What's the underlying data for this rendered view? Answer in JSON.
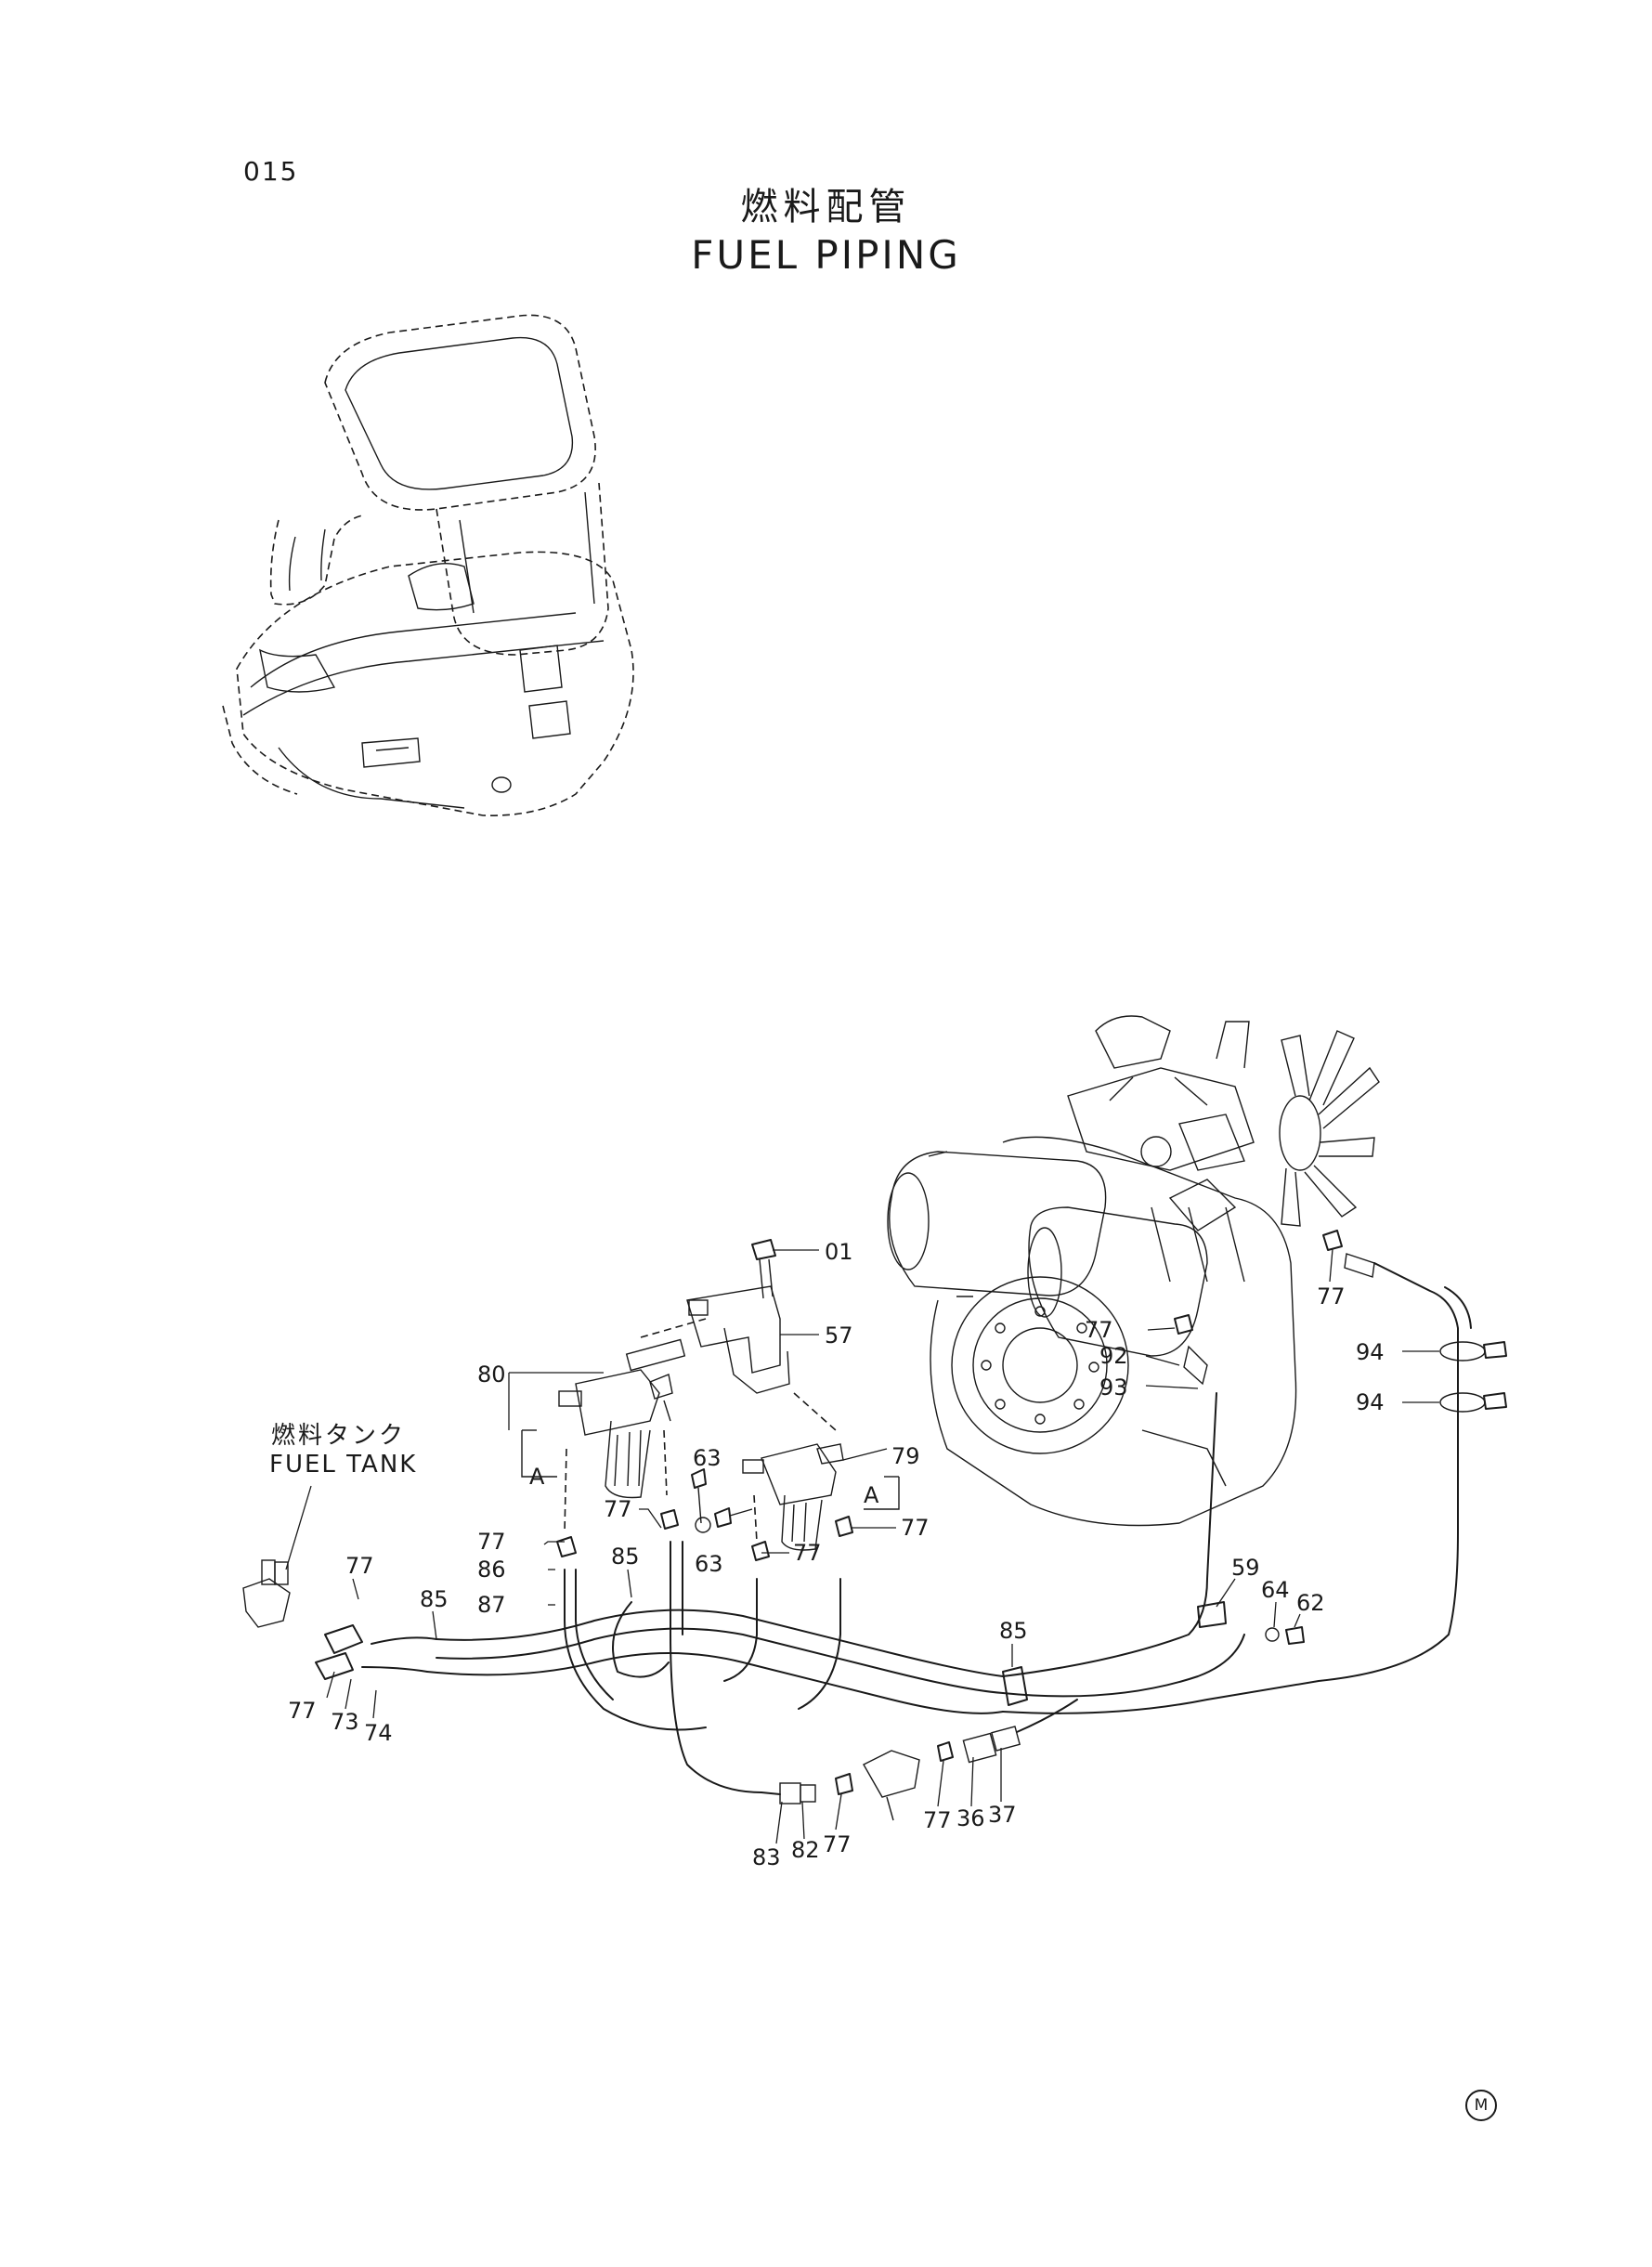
{
  "page": {
    "number": "015",
    "title_jp": "燃料配管",
    "title_en": "FUEL PIPING",
    "mark": "M"
  },
  "fuel_tank": {
    "label_jp": "燃料タンク",
    "label_en": "FUEL TANK"
  },
  "parts": [
    {
      "id": "p01",
      "text": "01"
    },
    {
      "id": "p57",
      "text": "57"
    },
    {
      "id": "p80",
      "text": "80"
    },
    {
      "id": "pA1",
      "text": "A"
    },
    {
      "id": "p63a",
      "text": "63"
    },
    {
      "id": "p79",
      "text": "79"
    },
    {
      "id": "pA2",
      "text": "A"
    },
    {
      "id": "p77a",
      "text": "77"
    },
    {
      "id": "p77b",
      "text": "77"
    },
    {
      "id": "p77c",
      "text": "77"
    },
    {
      "id": "p63b",
      "text": "63"
    },
    {
      "id": "p77d",
      "text": "77"
    },
    {
      "id": "p86",
      "text": "86"
    },
    {
      "id": "p87",
      "text": "87"
    },
    {
      "id": "p85a",
      "text": "85"
    },
    {
      "id": "p77e",
      "text": "77"
    },
    {
      "id": "p85b",
      "text": "85"
    },
    {
      "id": "p77f",
      "text": "77"
    },
    {
      "id": "p73",
      "text": "73"
    },
    {
      "id": "p74",
      "text": "74"
    },
    {
      "id": "p85c",
      "text": "85"
    },
    {
      "id": "p83",
      "text": "83"
    },
    {
      "id": "p82",
      "text": "82"
    },
    {
      "id": "p77g",
      "text": "77"
    },
    {
      "id": "p77h",
      "text": "77"
    },
    {
      "id": "p36",
      "text": "36"
    },
    {
      "id": "p37",
      "text": "37"
    },
    {
      "id": "p59",
      "text": "59"
    },
    {
      "id": "p64",
      "text": "64"
    },
    {
      "id": "p62",
      "text": "62"
    },
    {
      "id": "p77i",
      "text": "77"
    },
    {
      "id": "p92",
      "text": "92"
    },
    {
      "id": "p93",
      "text": "93"
    },
    {
      "id": "p77j",
      "text": "77"
    },
    {
      "id": "p94a",
      "text": "94"
    },
    {
      "id": "p94b",
      "text": "94"
    }
  ]
}
